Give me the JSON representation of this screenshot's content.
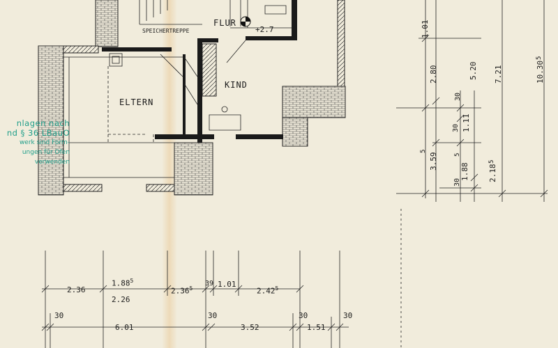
{
  "rooms": {
    "eltern": "ELTERN",
    "kind": "KIND",
    "flur": "FLUR",
    "speichertreppe": "SPEICHERTREPPE"
  },
  "level_mark": "+2.7",
  "stamp": {
    "line1": "nlagen nach",
    "line2": "nd § 36 LBauO",
    "line3": "werk sind Form-",
    "line4": "ungen für Ofen",
    "line5": "verwenden"
  },
  "horizontal_dims": {
    "row1": [
      "2.36",
      "1.88",
      "2.36",
      "39",
      "1.01",
      "2.42"
    ],
    "row1_sup": [
      "5",
      "5",
      "5"
    ],
    "row2": [
      "2.26"
    ],
    "row3": [
      "30",
      "6.01",
      "30",
      "3.52",
      "30",
      "1.51",
      "30"
    ]
  },
  "vertical_dims": {
    "col1": [
      "1.01",
      "2.80",
      "3.59"
    ],
    "col1_sup": "5",
    "col2": [
      "30",
      "1.11",
      "30",
      "1.88",
      "30"
    ],
    "col2_sup": "5",
    "col3": [
      "5.20",
      "2.18"
    ],
    "col3_sup": "5",
    "col4": [
      "7.21"
    ],
    "col5": [
      "10.30"
    ],
    "col5_sup": "5"
  },
  "colors": {
    "paper": "#f1ecdc",
    "ink": "#1a1a1a",
    "stamp": "#1f9e8a"
  }
}
